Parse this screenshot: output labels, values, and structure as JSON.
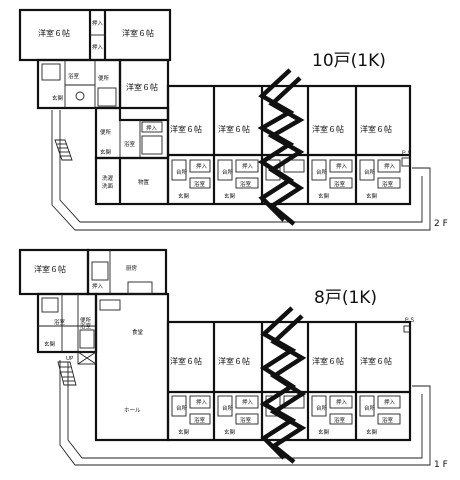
{
  "upper_floor": {
    "floor_label": "2 F",
    "unit_count_label": "10戸(1K)",
    "rooms": {
      "western_6": "洋室６帖",
      "closet": "押入",
      "kitchen": "台所",
      "bath": "浴室",
      "toilet": "便所",
      "entrance": "玄関",
      "washroom": "洗面",
      "laundry": "洗濯",
      "storage": "物置",
      "ps": "ＰＳ"
    }
  },
  "lower_floor": {
    "floor_label": "1 F",
    "unit_count_label": "8戸(1K)",
    "rooms": {
      "western_6": "洋室６帖",
      "closet": "押入",
      "kitchen": "台所",
      "bath": "浴室",
      "toilet": "便所",
      "entrance": "玄関",
      "cooking_room": "厨房",
      "dining": "食堂",
      "hall": "ホール",
      "up": "UP",
      "ps": "ＰＳ"
    }
  }
}
